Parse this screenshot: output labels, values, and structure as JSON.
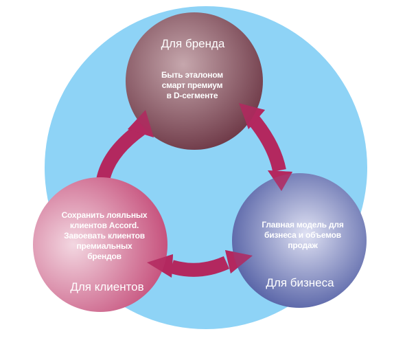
{
  "nodes": [
    {
      "id": "brand",
      "title": "Для бренда",
      "lines": [
        "Быть эталоном",
        "смарт премиум",
        "в D-сегменте"
      ],
      "color_light": "#c6a7ad",
      "color_dark": "#6f3a48"
    },
    {
      "id": "clients",
      "title": "Для клиентов",
      "lines": [
        "Сохранить лояльных",
        "клиентов Accord.",
        "Завоевать клиентов",
        "премиальных",
        "брендов"
      ],
      "color_light": "#f3d7e1",
      "color_dark": "#c54e7a"
    },
    {
      "id": "business",
      "title": "Для бизнеса",
      "lines": [
        "Главная модель для",
        "бизнеса и объемов",
        "продаж"
      ],
      "color_light": "#dfe1f3",
      "color_dark": "#3d4b98"
    }
  ],
  "colors": {
    "background_circle": "#8ed3f6",
    "arrow": "#b3285f"
  }
}
